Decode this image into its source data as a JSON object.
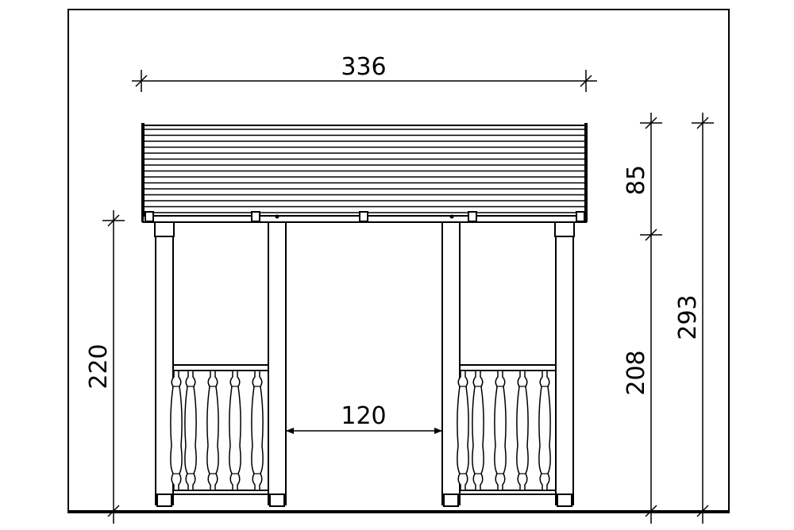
{
  "dimensions": {
    "overall_width": "336",
    "roof_height": "85",
    "total_height": "293",
    "post_height": "220",
    "wall_height": "208",
    "opening_width": "120"
  }
}
